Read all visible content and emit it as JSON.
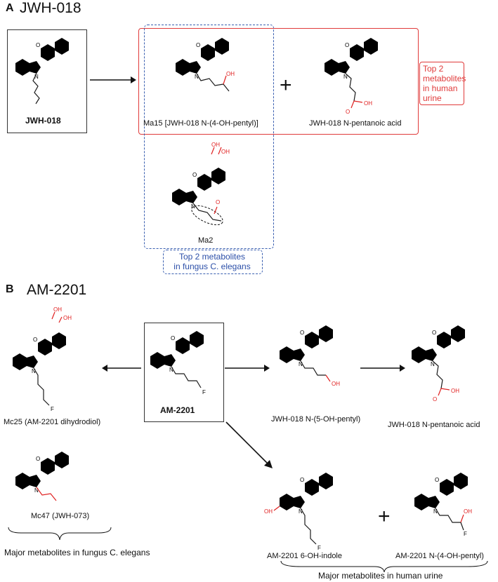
{
  "panel_a": {
    "letter": "A",
    "title": "JWH-018",
    "parent_label": "JWH-018",
    "ma15_label": "Ma15 [JWH-018 N-(4-OH-pentyl)]",
    "pentanoic_label": "JWH-018 N-pentanoic acid",
    "ma2_label": "Ma2",
    "plus": "+",
    "human_note": [
      "Top 2",
      "metabolites",
      "in human",
      "urine"
    ],
    "fungus_note": [
      "Top 2 metabolites",
      "in fungus C. elegans"
    ]
  },
  "panel_b": {
    "letter": "B",
    "title": "AM-2201",
    "parent_label": "AM-2201",
    "mc25_label": "Mc25 (AM-2201 dihydrodiol)",
    "mc47_label": "Mc47 (JWH-073)",
    "oh5_label": "JWH-018 N-(5-OH-pentyl)",
    "pentanoic_label": "JWH-018 N-pentanoic acid",
    "indole_label": "AM-2201 6-OH-indole",
    "oh4_label": "AM-2201 N-(4-OH-pentyl)",
    "plus": "+",
    "fungus_caption": "Major metabolites in fungus C. elegans",
    "human_caption": "Major metabolites in human urine"
  },
  "atoms": {
    "O": "O",
    "N": "N",
    "OH": "OH",
    "F": "F"
  },
  "colors": {
    "metabolite_red": "#e02020",
    "fungus_blue": "#2c4fa8",
    "human_box_red": "#e03a3a"
  }
}
